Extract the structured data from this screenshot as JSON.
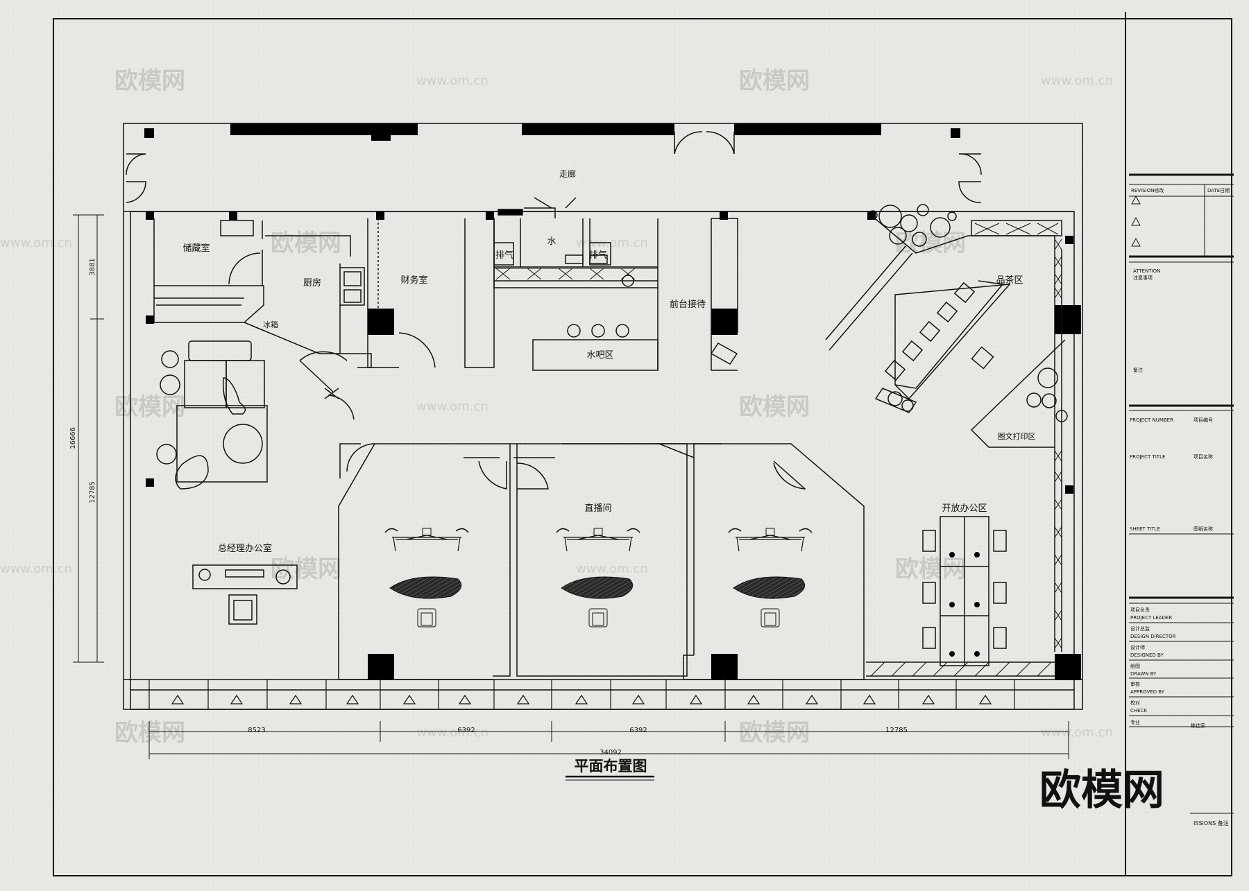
{
  "drawing": {
    "title": "平面布置图",
    "brand_logo": "欧模网",
    "watermark_logo": "欧模网",
    "watermark_url": "www.om.cn"
  },
  "rooms": {
    "corridor": "走廊",
    "storage": "储藏室",
    "kitchen": "厨房",
    "fridge": "冰箱",
    "finance": "财务室",
    "water": "水",
    "exhaust_left": "排气",
    "exhaust_right": "排气",
    "water_bar": "水吧区",
    "reception": "前台接待",
    "tea_area": "品茶区",
    "print_area": "图文打印区",
    "gm_office": "总经理办公室",
    "live_room": "直播间",
    "open_office": "开放办公区"
  },
  "dimensions": {
    "bottom_segments": [
      "8523",
      "6392",
      "6392",
      "12785"
    ],
    "bottom_total": "34092",
    "left_total": "16666",
    "left_top": "3881",
    "left_bottom": "12785"
  },
  "title_block": {
    "revision": "REVISION修改",
    "date": "DATE日期",
    "attention": "ATTENTION",
    "attention_cn": "注意事项",
    "notes": "备注",
    "project_number": "PROJECT NUMBER",
    "project_number_cn": "项目编号",
    "project_title": "PROJECT TITLE",
    "project_title_cn": "项目名称",
    "sheet_title": "SHEET TITLE",
    "sheet_title_cn": "图纸名称",
    "project_leader_cn": "项目负责",
    "project_leader": "PROJECT LEADER",
    "design_director_cn": "设计总监",
    "design_director": "DESIGN DIRECTOR",
    "designed_by_cn": "设计师",
    "designed_by": "DESIGNED BY",
    "drawn_by_cn": "绘图",
    "drawn_by": "DRAWN BY",
    "approved_by_cn": "审核",
    "approved_by": "APPROVED BY",
    "check_cn": "校对",
    "check": "CHECK",
    "discipline_cn": "专业",
    "discipline_value": "橡佳家",
    "footer": "ISSIONS 备注"
  }
}
